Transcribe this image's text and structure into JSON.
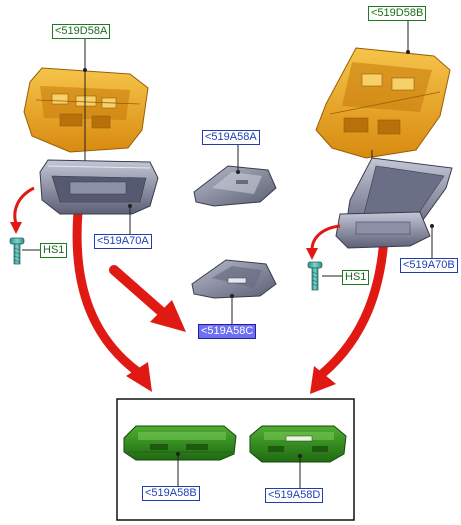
{
  "labels": {
    "top_left_assembly": "<519D58A",
    "top_right_assembly": "<519D58B",
    "left_housing": "<519A70A",
    "right_housing": "<519A70B",
    "center_upper_part": "<519A58A",
    "center_lower_part": "<519A58C",
    "screw_left": "HS1",
    "screw_right": "HS1",
    "inset_left_part": "<519A58B",
    "inset_right_part": "<519A58D"
  },
  "colors": {
    "assembly_orange": "#e8a21c",
    "housing_grey": "#7f8298",
    "lens_grey": "#8a8ea2",
    "fastener_teal": "#3fa7a0",
    "inset_green": "#2e8a1c",
    "arrow_red": "#e01a12",
    "label_blue": "#1f3fb0",
    "label_green": "#1f7a1f",
    "selected_fill": "#6f6ff2"
  }
}
